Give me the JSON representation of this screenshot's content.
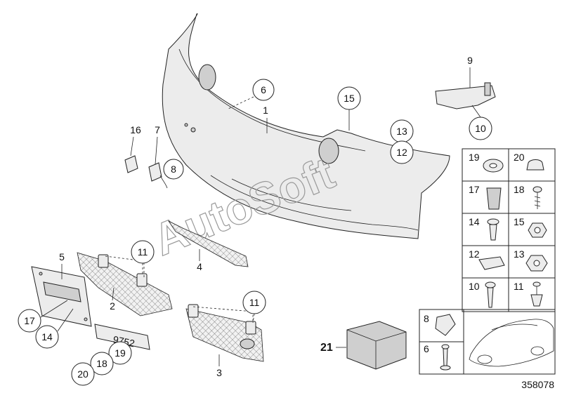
{
  "callouts": {
    "c1": "1",
    "c2": "2",
    "c3": "3",
    "c4": "4",
    "c5": "5",
    "c6": "6",
    "c7": "7",
    "c8": "8",
    "c9": "9",
    "c10": "10",
    "c11a": "11",
    "c11b": "11",
    "c12": "12",
    "c13": "13",
    "c14": "14",
    "c15": "15",
    "c16": "16",
    "c17": "17",
    "c18": "18",
    "c19": "19",
    "c20": "20",
    "c21": "21"
  },
  "grid_labels": {
    "g19": "19",
    "g20": "20",
    "g17": "17",
    "g18": "18",
    "g14": "14",
    "g15": "15",
    "g12": "12",
    "g13": "13",
    "g10": "10",
    "g11": "11",
    "g8": "8",
    "g6": "6"
  },
  "plate_text": "9752",
  "diagram_id": "358078",
  "watermark": "AutoSoft"
}
